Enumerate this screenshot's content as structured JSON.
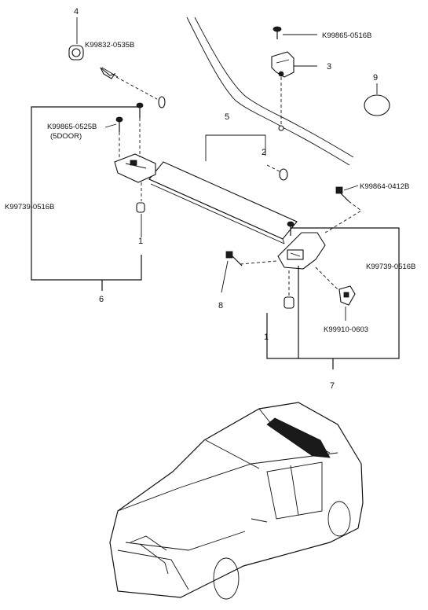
{
  "callouts": {
    "n1a": "1",
    "n1b": "1",
    "n2": "2",
    "n3": "3",
    "n4": "4",
    "n5": "5",
    "n6": "6",
    "n7": "7",
    "n8": "8",
    "n9": "9"
  },
  "part_codes": {
    "k99865_0516b": "K99865-0516B",
    "k99832_0535b": "K99832-0535B",
    "k99865_0525b": "K99865-0525B",
    "door_note": "(5DOOR)",
    "k99739_0516b_left": "K99739-0516B",
    "k99864_0412b": "K99864-0412B",
    "k99739_0516b_right": "K99739-0516B",
    "k99910_0603": "K99910-0603"
  }
}
